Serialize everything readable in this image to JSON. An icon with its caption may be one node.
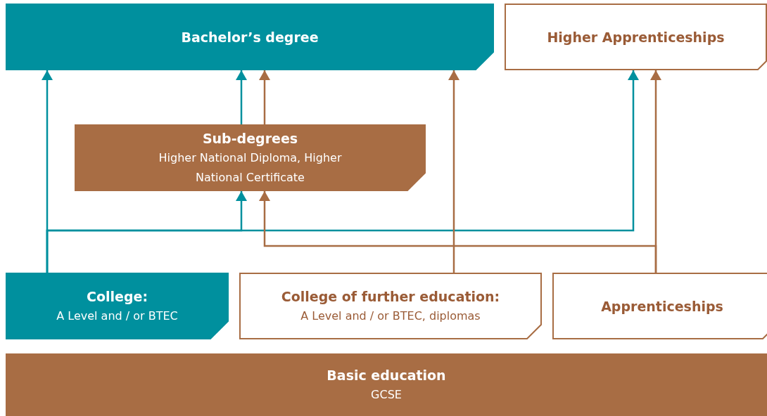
{
  "diagram": {
    "nodes": [
      {
        "text": [
          "Bachelor’s degree"
        ]
      },
      {
        "text": [
          "Higher Apprenticeships"
        ]
      },
      {
        "text": [
          "Sub-degrees",
          "Higher National Diploma, Higher National Certificate"
        ]
      },
      {
        "text": [
          "College:",
          "A Level and / or BTEC"
        ]
      },
      {
        "text": [
          "College of further education:",
          "A Level and / or BTEC, diplomas"
        ]
      },
      {
        "text": [
          "Apprenticeships"
        ]
      },
      {
        "text": [
          "Basic education",
          "GCSE"
        ]
      }
    ],
    "edges": [
      {
        "from": 3,
        "to": 0,
        "arrow": "to",
        "color": "#00909e"
      },
      {
        "from": 3,
        "to": 2,
        "arrow": "to",
        "color": "#00909e"
      },
      {
        "from": 3,
        "to": 1,
        "arrow": "to",
        "color": "#00909e"
      },
      {
        "from": 2,
        "to": 0,
        "arrow": "to",
        "color": "#00909e"
      },
      {
        "from": 2,
        "to": 0,
        "arrow": "to",
        "color": "#a86d44"
      },
      {
        "from": 4,
        "to": 0,
        "arrow": "to",
        "color": "#a86d44"
      },
      {
        "from": 5,
        "to": 1,
        "arrow": "to",
        "color": "#a86d44"
      },
      {
        "from": 5,
        "to": 2,
        "arrow": "to",
        "color": "#a86d44"
      }
    ]
  }
}
